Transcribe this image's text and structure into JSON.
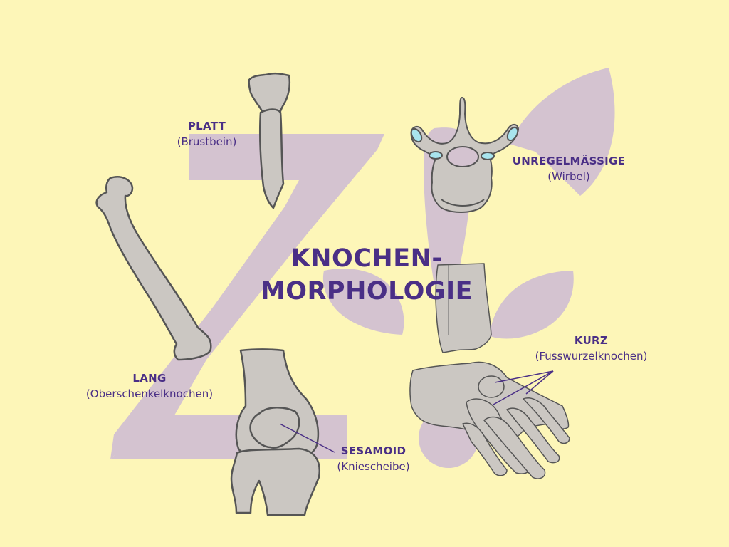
{
  "colors": {
    "background": "#fdf6b8",
    "shape": "#d4c3d0",
    "bone_fill": "#cbc7c2",
    "bone_stroke": "#555555",
    "cartilage": "#a8e4ee",
    "text": "#4a2f86"
  },
  "title": {
    "line1": "KNOCHEN-",
    "line2": "MORPHOLOGIE"
  },
  "labels": {
    "flat": {
      "type": "PLATT",
      "example": "(Brustbein)"
    },
    "irregular": {
      "type": "UNREGELMÄSSIGE",
      "example": "(Wirbel)"
    },
    "short": {
      "type": "KURZ",
      "example": "(Fusswurzelknochen)"
    },
    "long": {
      "type": "LANG",
      "example": "(Oberschenkelknochen)"
    },
    "sesamoid": {
      "type": "SESAMOID",
      "example": "(Kniescheibe)"
    }
  },
  "icons": {
    "sternum": "sternum-bone-icon",
    "femur": "femur-bone-icon",
    "vertebra": "vertebra-bone-icon",
    "knee": "knee-joint-icon",
    "foot": "foot-skeleton-icon"
  }
}
